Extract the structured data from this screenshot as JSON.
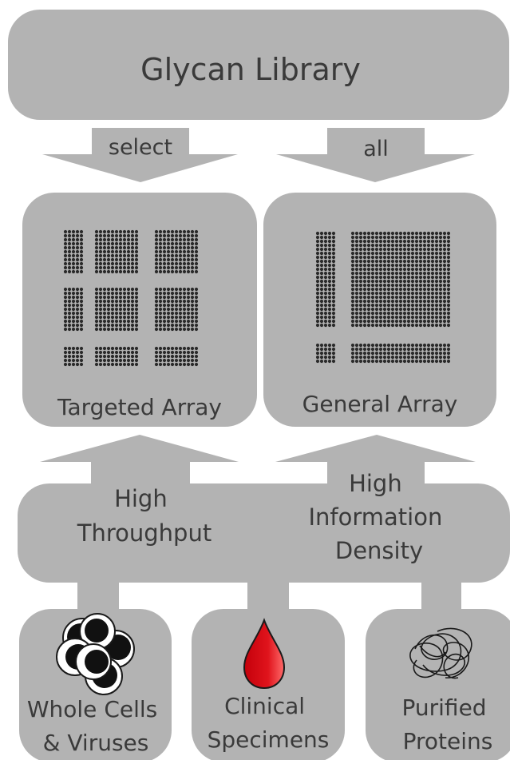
{
  "library": {
    "title": "Glycan Library"
  },
  "flows_down": {
    "select": "select",
    "all": "all"
  },
  "arrays": {
    "targeted": "Targeted Array",
    "general": "General Array"
  },
  "flows_up": {
    "throughput": [
      "High",
      "Throughput"
    ],
    "density": [
      "High",
      "Information",
      "Density"
    ]
  },
  "samples": {
    "cells": [
      "Whole Cells",
      "& Viruses"
    ],
    "clinical": [
      "Clinical",
      "Specimens"
    ],
    "proteins": [
      "Purified",
      "Proteins"
    ]
  },
  "colors": {
    "shape": "#b3b3b3",
    "text": "#3a3a3a",
    "dot": "#2b2b2b",
    "blood_dark": "#c4000b",
    "blood_light": "#ff4b4b"
  }
}
